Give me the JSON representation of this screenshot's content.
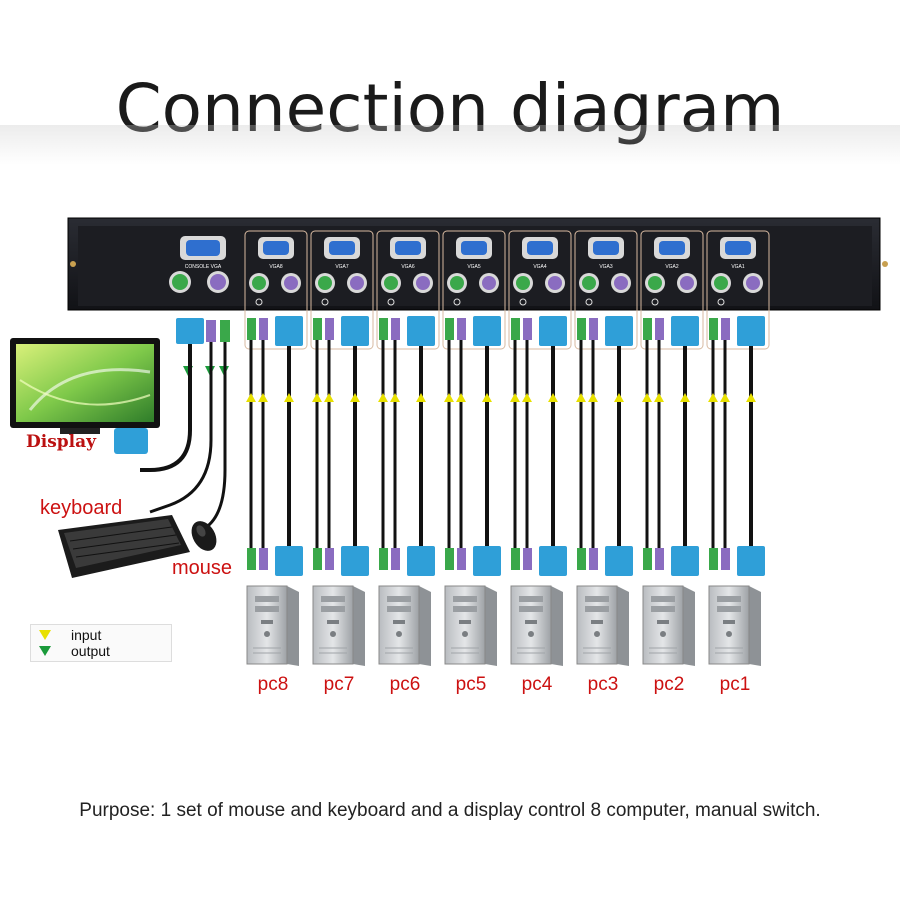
{
  "title": "Connection diagram",
  "labels": {
    "display": "Display",
    "keyboard": "keyboard",
    "mouse": "mouse"
  },
  "legend": {
    "input": "input",
    "output": "output"
  },
  "console_label": "CONSOLE VGA",
  "ports": [
    {
      "vga": "VGA8",
      "pc": "pc8"
    },
    {
      "vga": "VGA7",
      "pc": "pc7"
    },
    {
      "vga": "VGA6",
      "pc": "pc6"
    },
    {
      "vga": "VGA5",
      "pc": "pc5"
    },
    {
      "vga": "VGA4",
      "pc": "pc4"
    },
    {
      "vga": "VGA3",
      "pc": "pc3"
    },
    {
      "vga": "VGA2",
      "pc": "pc2"
    },
    {
      "vga": "VGA1",
      "pc": "pc1"
    }
  ],
  "purpose": "Purpose: 1 set of mouse and keyboard and a display control 8 computer, manual switch.",
  "colors": {
    "input_arrow": "#e8e000",
    "output_arrow": "#1a9a3a",
    "label_red": "#cc1111",
    "vga_blue": "#2f9fd8",
    "ps2_green": "#3aa84a",
    "ps2_purple": "#8a6cc0"
  }
}
